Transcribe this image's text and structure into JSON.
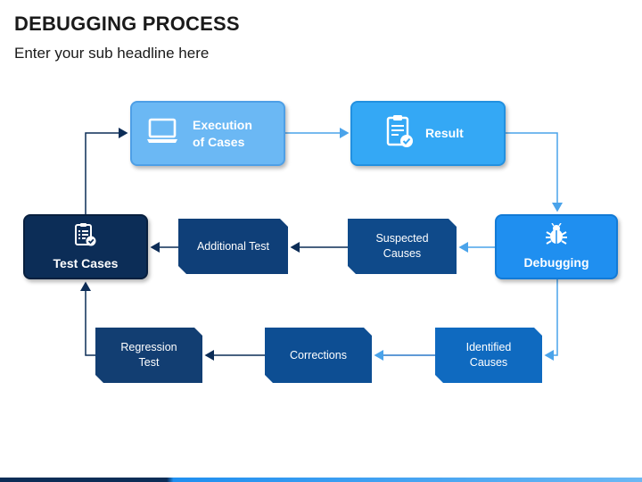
{
  "header": {
    "title": "DEBUGGING PROCESS",
    "subtitle": "Enter your sub headline here"
  },
  "nodes": {
    "execution": {
      "line1": "Execution",
      "line2": "of Cases",
      "icon": "laptop-icon"
    },
    "result": {
      "label": "Result",
      "icon": "clipboard-check-icon"
    },
    "debugging": {
      "label": "Debugging",
      "icon": "bug-icon"
    },
    "test_cases": {
      "label": "Test Cases",
      "icon": "checklist-icon"
    },
    "additional_test": {
      "label": "Additional Test"
    },
    "suspected_causes": {
      "line1": "Suspected",
      "line2": "Causes"
    },
    "identified_causes": {
      "line1": "Identified",
      "line2": "Causes"
    },
    "corrections": {
      "label": "Corrections"
    },
    "regression_test": {
      "line1": "Regression",
      "line2": "Test"
    }
  },
  "colors": {
    "arrow_light": "#4aa3ea",
    "arrow_dark": "#0c2d57",
    "navy": "#0c2d57",
    "blue": "#1f8ff0"
  }
}
